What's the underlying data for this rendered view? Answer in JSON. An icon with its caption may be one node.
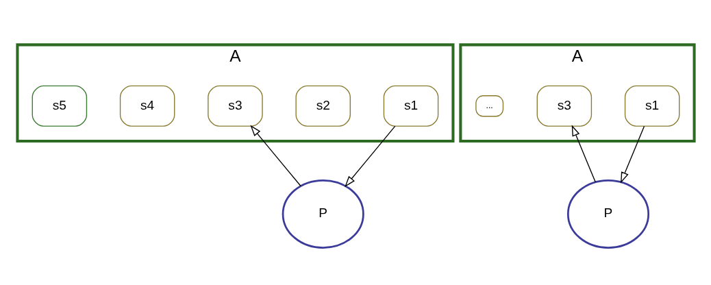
{
  "diagram": {
    "nodes": [
      {
        "text": [
          "A"
        ]
      },
      {
        "text": [
          "s1"
        ],
        "in": 0
      },
      {
        "text": [
          "s2"
        ],
        "in": 0
      },
      {
        "text": [
          "s3"
        ],
        "in": 0
      },
      {
        "text": [
          "s4"
        ],
        "in": 0
      },
      {
        "text": [
          "s5"
        ],
        "in": 0
      },
      {
        "text": [
          "P"
        ]
      },
      {
        "text": [
          "A"
        ]
      },
      {
        "text": [
          "s1"
        ],
        "in": 7
      },
      {
        "text": [
          "s3"
        ],
        "in": 7
      },
      {
        "text": [
          "..."
        ],
        "in": 7
      },
      {
        "text": [
          "P"
        ]
      }
    ],
    "edges": [
      {
        "from": 1,
        "to": 6,
        "arrow": "to"
      },
      {
        "from": 6,
        "to": 3,
        "arrow": "to"
      },
      {
        "from": 8,
        "to": 11,
        "arrow": "to"
      },
      {
        "from": 11,
        "to": 9,
        "arrow": "to"
      }
    ]
  }
}
